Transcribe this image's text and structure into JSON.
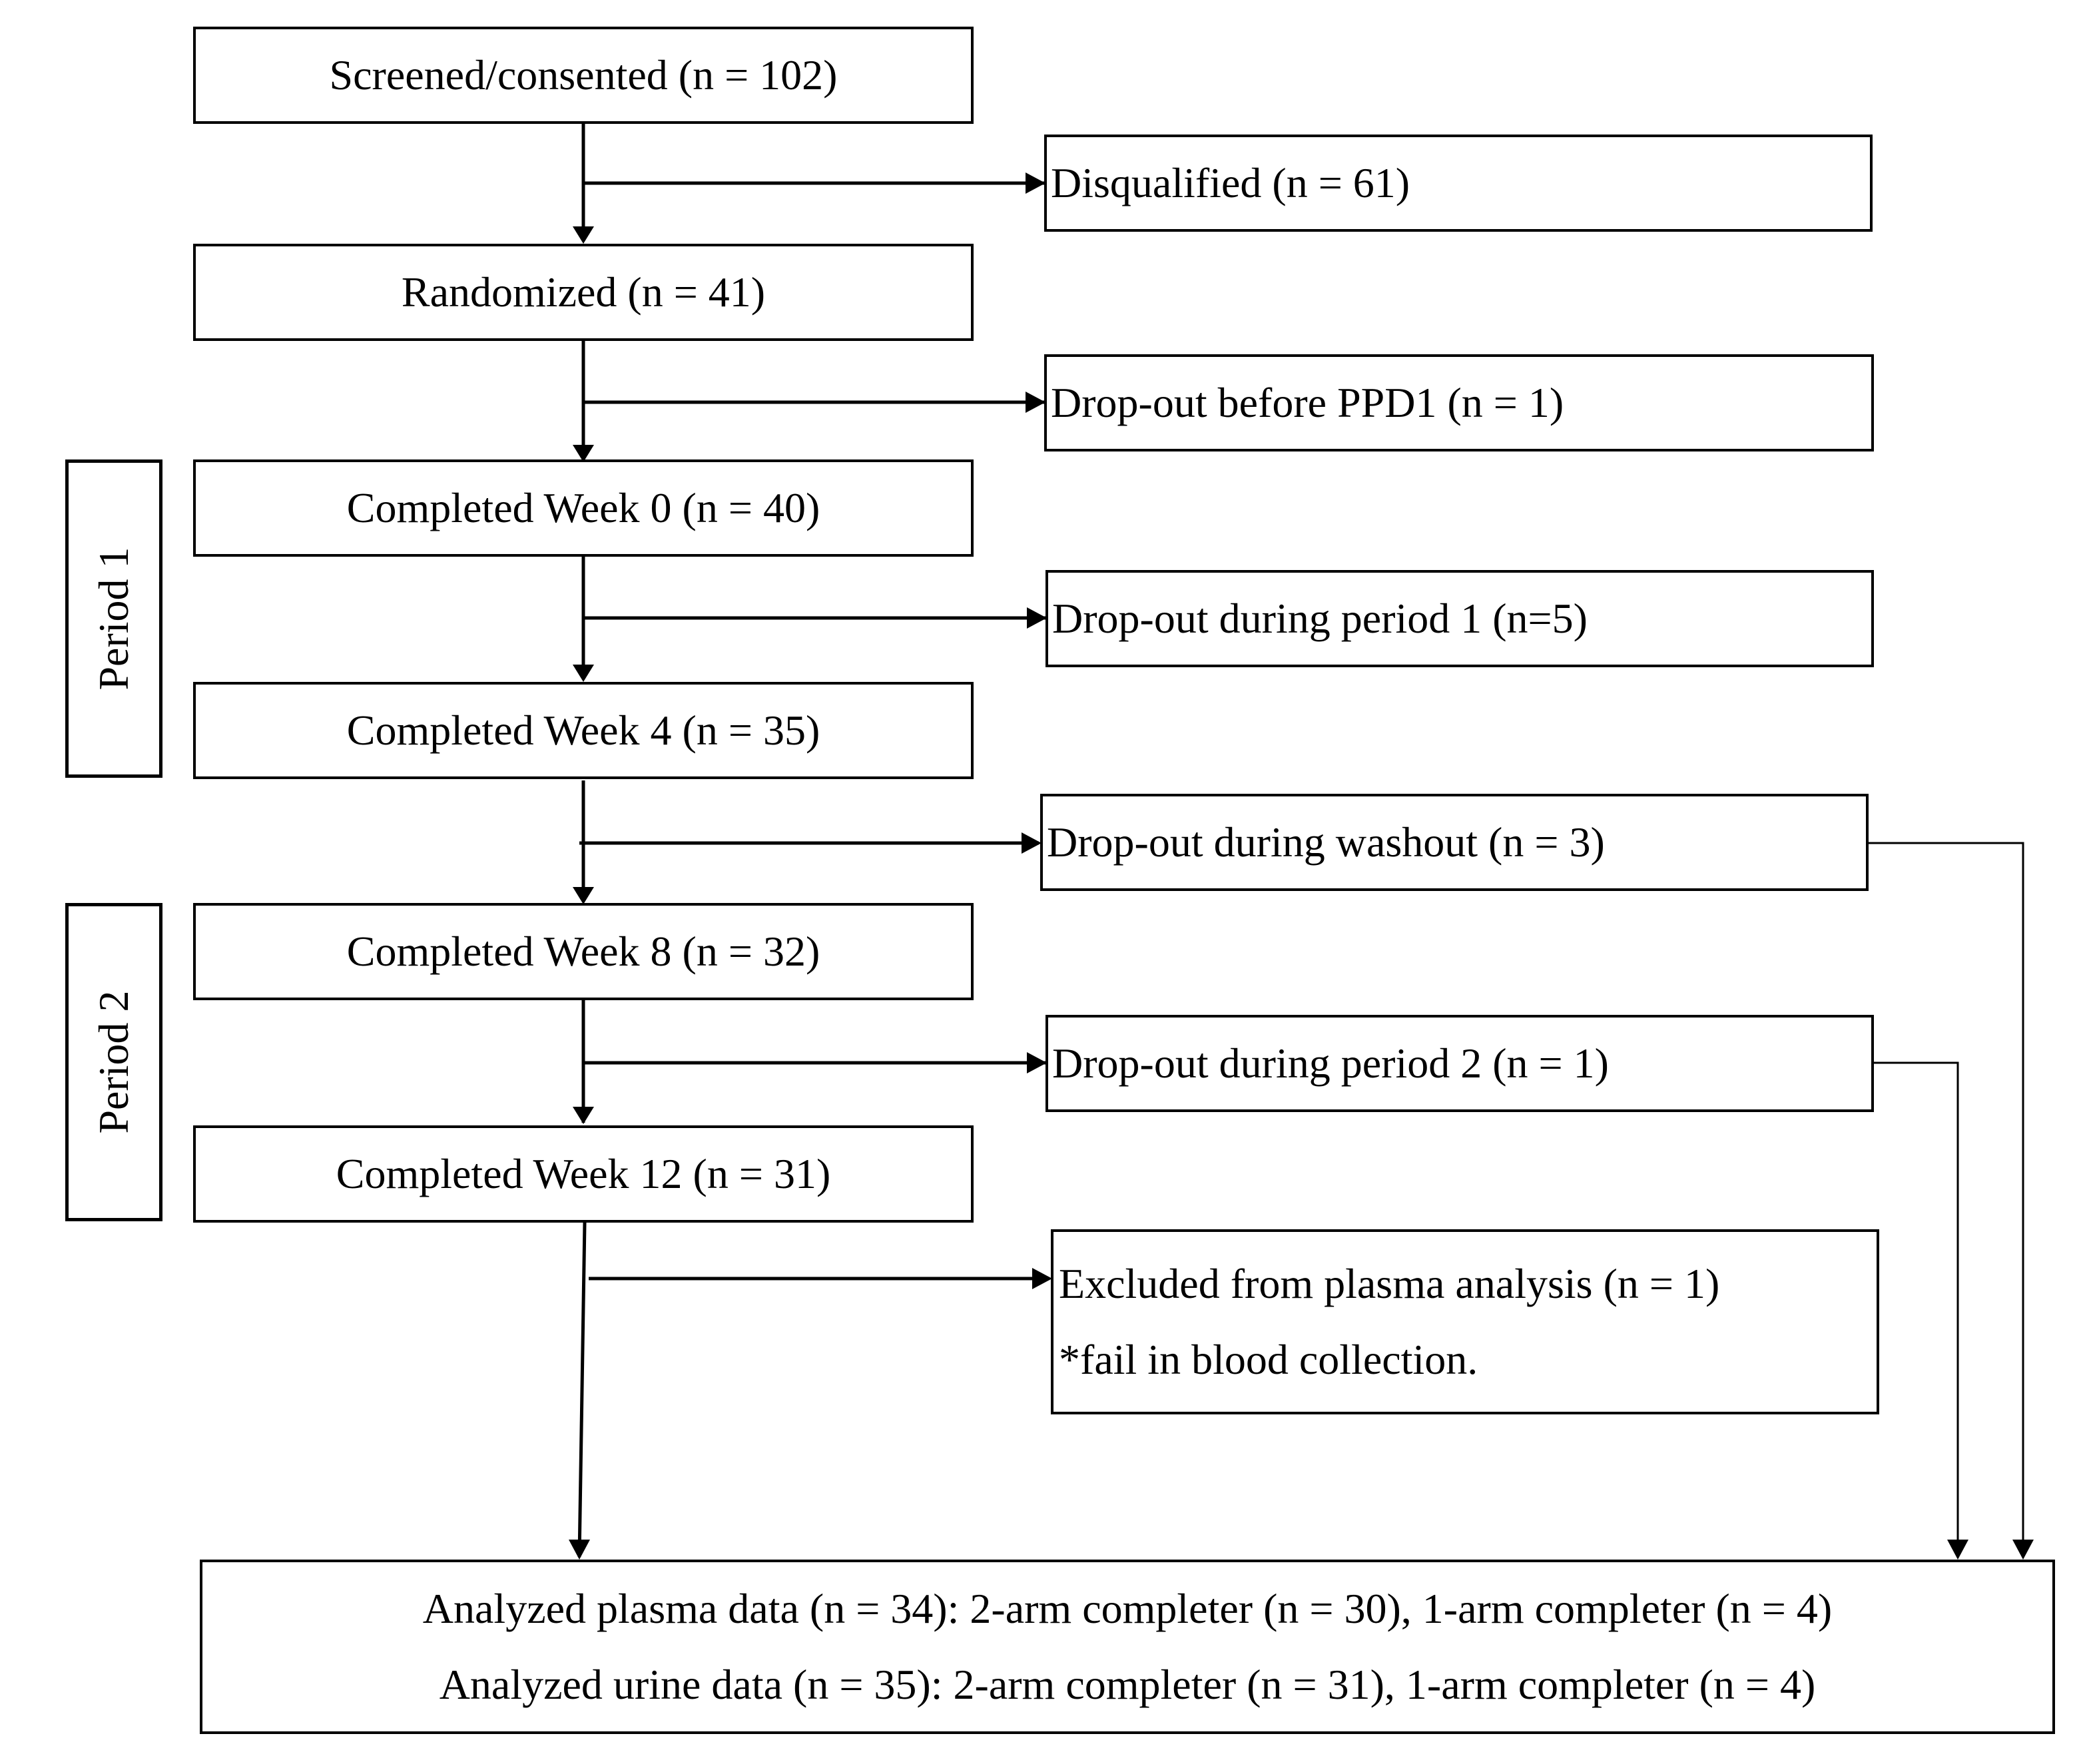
{
  "main_boxes": {
    "screened": "Screened/consented (n = 102)",
    "randomized": "Randomized (n = 41)",
    "week0": "Completed Week 0 (n = 40)",
    "week4": "Completed Week 4 (n = 35)",
    "week8": "Completed Week 8 (n = 32)",
    "week12": "Completed Week 12  (n = 31)"
  },
  "side_boxes": {
    "disqualified": "Disqualified (n = 61)",
    "dropout_ppd1": "Drop-out before PPD1  (n = 1)",
    "dropout_period1": "Drop-out during period 1 (n=5)",
    "dropout_washout": "Drop-out during washout (n = 3)",
    "dropout_period2": "Drop-out during period 2 (n = 1)",
    "excluded_line1": "Excluded from plasma analysis (n = 1)",
    "excluded_line2": "*fail in blood collection."
  },
  "periods": {
    "period1": "Period 1",
    "period2": "Period 2"
  },
  "final": {
    "line1": "Analyzed plasma data (n = 34): 2-arm completer (n = 30), 1-arm completer (n = 4)",
    "line2": "Analyzed urine data (n = 35): 2-arm completer (n = 31), 1-arm completer (n = 4)"
  }
}
